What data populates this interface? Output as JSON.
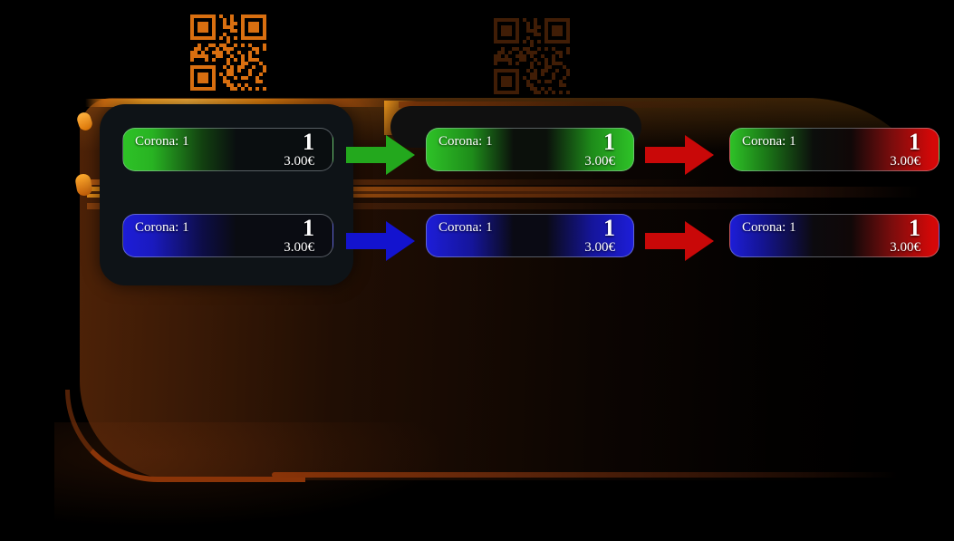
{
  "colors": {
    "background": "#000000",
    "glow_bright": "#ffa824",
    "glow_mid": "#a04c10",
    "tray_card_bg": "#0e1317",
    "green": "#2ec227",
    "blue": "#1d1dd8",
    "red": "#d40808"
  },
  "qr": {
    "module_count": 21,
    "codes": [
      {
        "name": "qr-bright",
        "color": "#d96f10"
      },
      {
        "name": "qr-dim",
        "color": "#401d06"
      }
    ]
  },
  "items": [
    {
      "label": "Corona: 1",
      "qty": "1",
      "price": "3.00€",
      "state": "green-fade"
    },
    {
      "label": "Corona: 1",
      "qty": "1",
      "price": "3.00€",
      "state": "green-both"
    },
    {
      "label": "Corona: 1",
      "qty": "1",
      "price": "3.00€",
      "state": "green-red"
    },
    {
      "label": "Corona: 1",
      "qty": "1",
      "price": "3.00€",
      "state": "blue-fade"
    },
    {
      "label": "Corona: 1",
      "qty": "1",
      "price": "3.00€",
      "state": "blue-both"
    },
    {
      "label": "Corona: 1",
      "qty": "1",
      "price": "3.00€",
      "state": "blue-red"
    }
  ],
  "arrows": [
    {
      "name": "arrow-green",
      "color": "#23a81d"
    },
    {
      "name": "arrow-red-top",
      "color": "#c90808"
    },
    {
      "name": "arrow-blue",
      "color": "#1313cf"
    },
    {
      "name": "arrow-red-bottom",
      "color": "#c90808"
    }
  ]
}
